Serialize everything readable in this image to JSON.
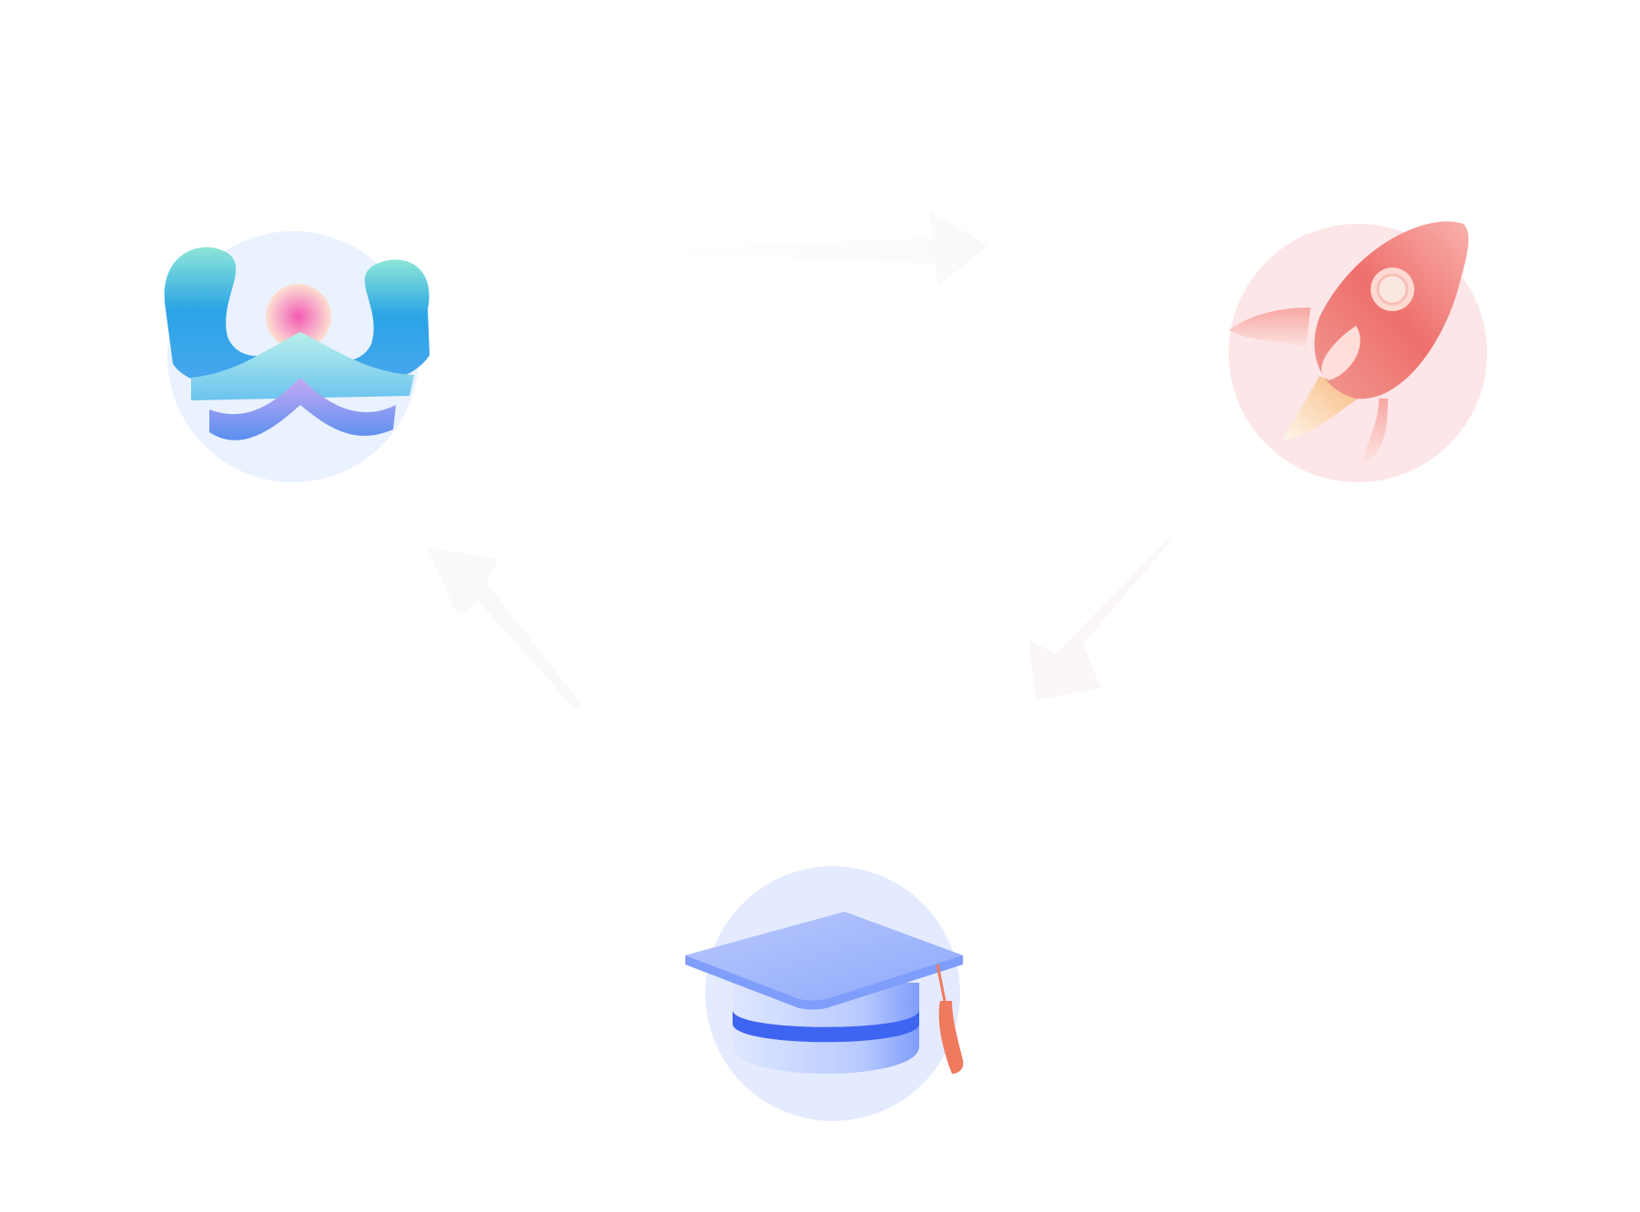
{
  "diagram": {
    "type": "cycle",
    "nodes": [
      {
        "id": "waves",
        "icon": "waves-logo-icon"
      },
      {
        "id": "rocket",
        "icon": "rocket-icon"
      },
      {
        "id": "graduation",
        "icon": "graduation-cap-icon"
      }
    ],
    "edges": [
      {
        "from": "waves",
        "to": "rocket"
      },
      {
        "from": "rocket",
        "to": "graduation"
      },
      {
        "from": "graduation",
        "to": "waves"
      }
    ],
    "colors": {
      "arrow": "#fbf8f8",
      "waves_circle": "#eaf2ff",
      "waves_main": "#2aa4e6",
      "waves_teal": "#8ee6d8",
      "sun": "#f7a5c8",
      "rocket_circle": "#fde6e8",
      "rocket_body": "#ee6f6b",
      "rocket_flame": "#f9cf9c",
      "cap_circle": "#e5ebff",
      "cap_main": "#7f9dfa",
      "cap_band": "#3e64f2",
      "tassel": "#f07a5d"
    }
  }
}
